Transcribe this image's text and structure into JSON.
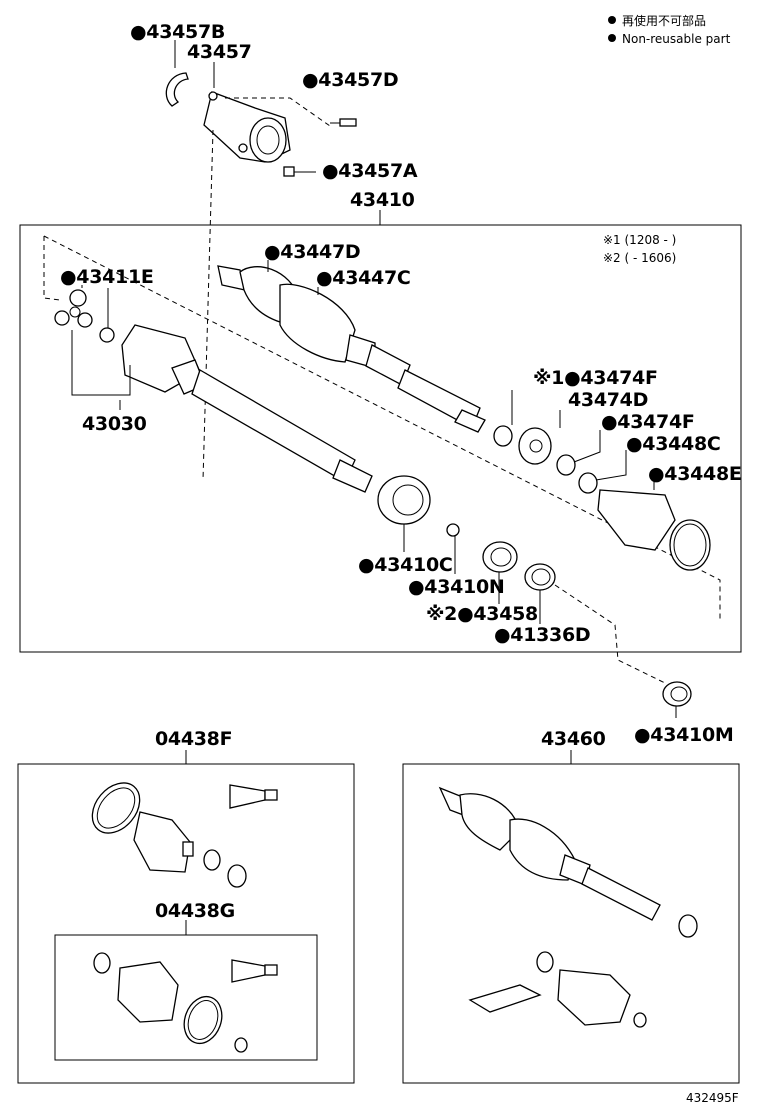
{
  "legend": {
    "bullet_jp": "再使用不可部品",
    "bullet_en": "Non-reusable part"
  },
  "notes": {
    "note1": "※1 (1208 -     )",
    "note2": "※2 (     - 1606)"
  },
  "part_labels": {
    "p43457B": "●43457B",
    "p43457": "43457",
    "p43457D": "●43457D",
    "p43457A": "●43457A",
    "p43410": "43410",
    "p43447D": "●43447D",
    "p43447C": "●43447C",
    "p43411E": "●43411E",
    "p43030": "43030",
    "p43474F_1": "※1●43474F",
    "p43474D": "43474D",
    "p43474F_2": "●43474F",
    "p43448C": "●43448C",
    "p43448E": "●43448E",
    "p43410C": "●43410C",
    "p43410N": "●43410N",
    "p43458": "※2●43458",
    "p41336D": "●41336D",
    "p43410M": "●43410M",
    "p04438F": "04438F",
    "p04438G": "04438G",
    "p43460": "43460"
  },
  "figure_id": "432495F",
  "icons": [
    "driveshaft-icon",
    "boot-icon",
    "clamp-icon",
    "bearing-icon",
    "snap-ring-icon",
    "grease-tube-icon",
    "grease-packet-icon",
    "bracket-icon",
    "bolt-icon"
  ]
}
